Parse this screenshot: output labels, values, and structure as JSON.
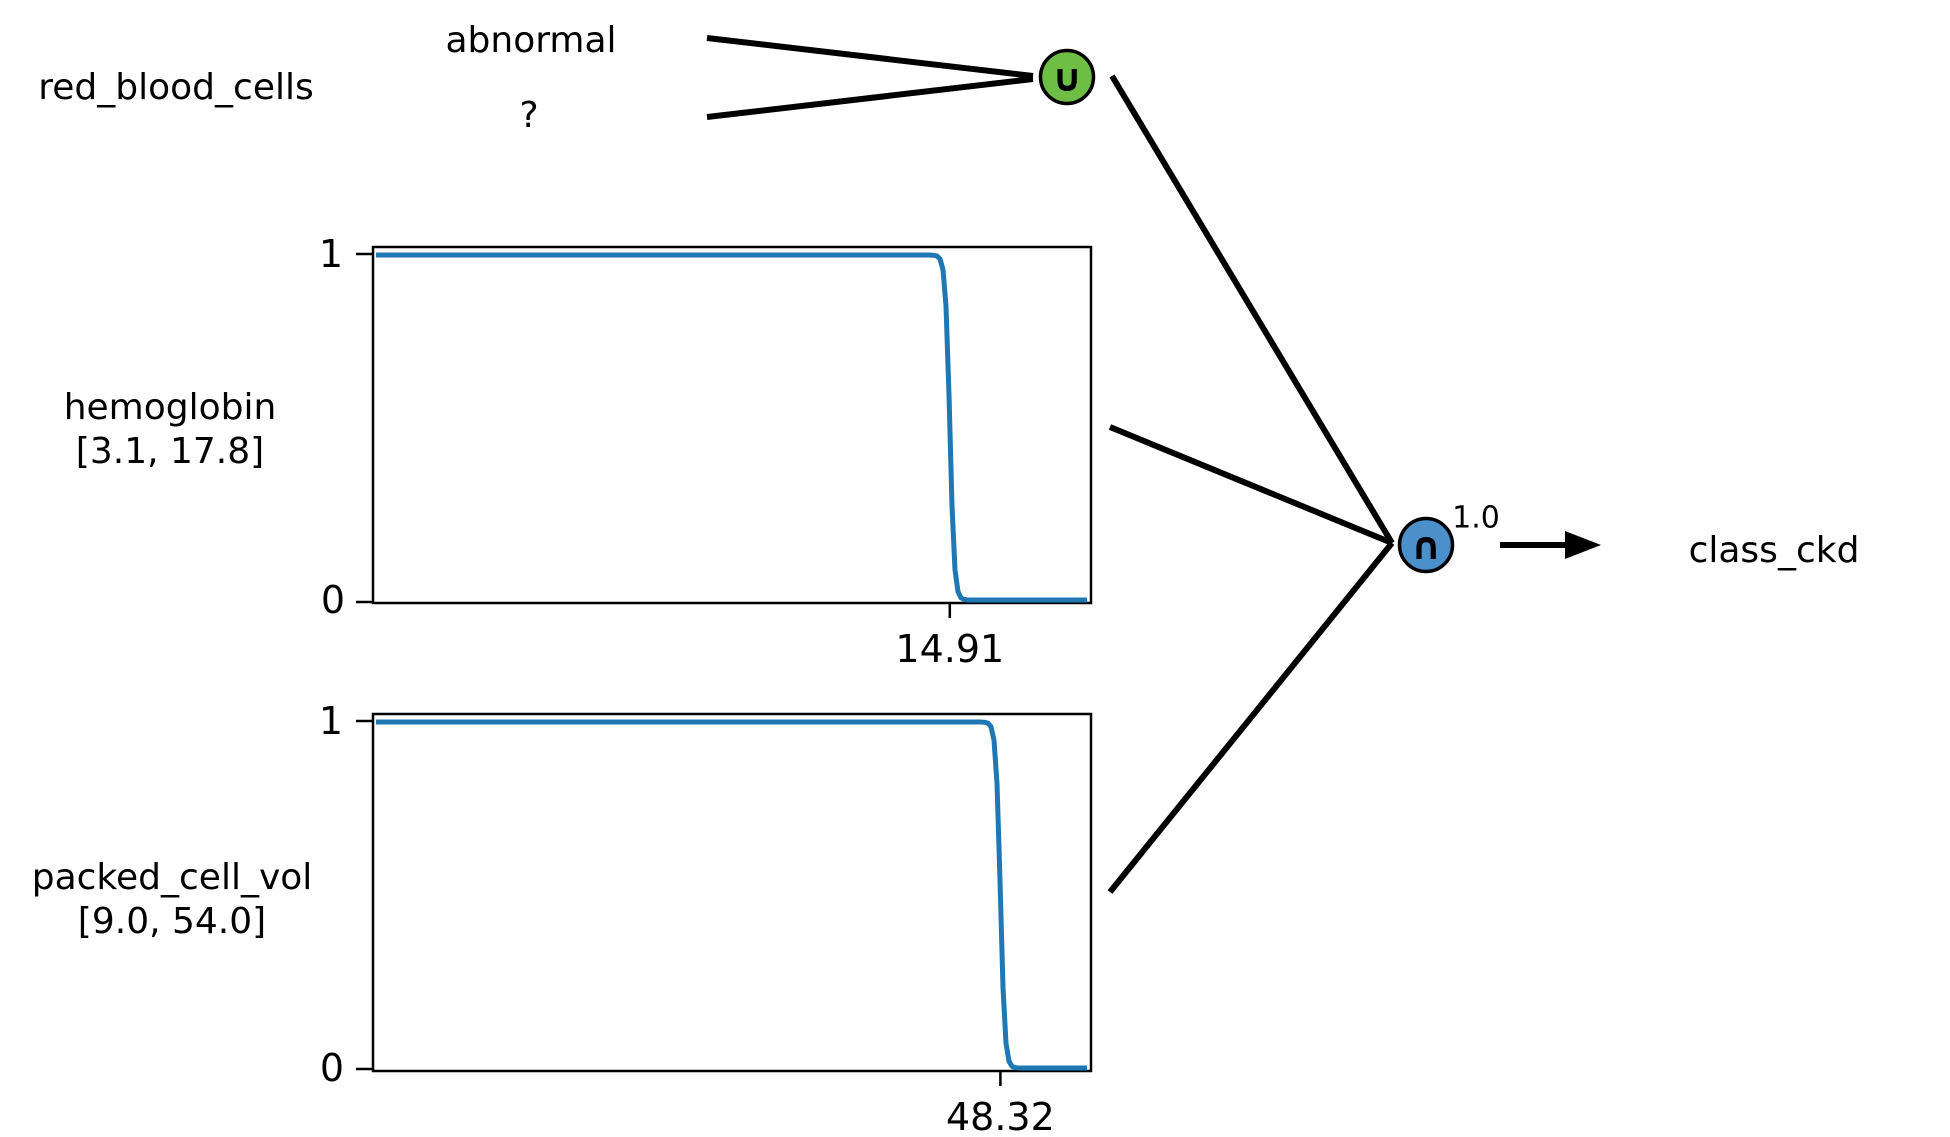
{
  "figure": {
    "background": "#ffffff"
  },
  "nodes": {
    "red_blood_cells": {
      "label": "red_blood_cells",
      "categories": [
        "abnormal",
        "?"
      ]
    },
    "union": {
      "symbol": "∪",
      "fill": "#6ebe45"
    },
    "intersection": {
      "symbol": "∩",
      "fill": "#4b8fcb",
      "weight": "1.0"
    },
    "output": {
      "label": "class_ckd"
    }
  },
  "chart_data": [
    {
      "type": "line",
      "variable": "hemoglobin",
      "range_label": "[3.1, 17.8]",
      "x_range": [
        3.1,
        17.8
      ],
      "crossover": 14.91,
      "x_tick_label": "14.91",
      "y_tick_labels": [
        "0",
        "1"
      ],
      "ylim": [
        0,
        1
      ],
      "line_color": "#1f77b4",
      "shape": "membership: y=1 below crossover, steep sigmoid drop to y=0 at crossover",
      "grid": false,
      "legend": "none"
    },
    {
      "type": "line",
      "variable": "packed_cell_vol",
      "range_label": "[9.0, 54.0]",
      "x_range": [
        9.0,
        54.0
      ],
      "crossover": 48.32,
      "x_tick_label": "48.32",
      "y_tick_labels": [
        "0",
        "1"
      ],
      "ylim": [
        0,
        1
      ],
      "line_color": "#1f77b4",
      "shape": "membership: y=1 below crossover, steep sigmoid drop to y=0 at crossover",
      "grid": false,
      "legend": "none"
    }
  ]
}
